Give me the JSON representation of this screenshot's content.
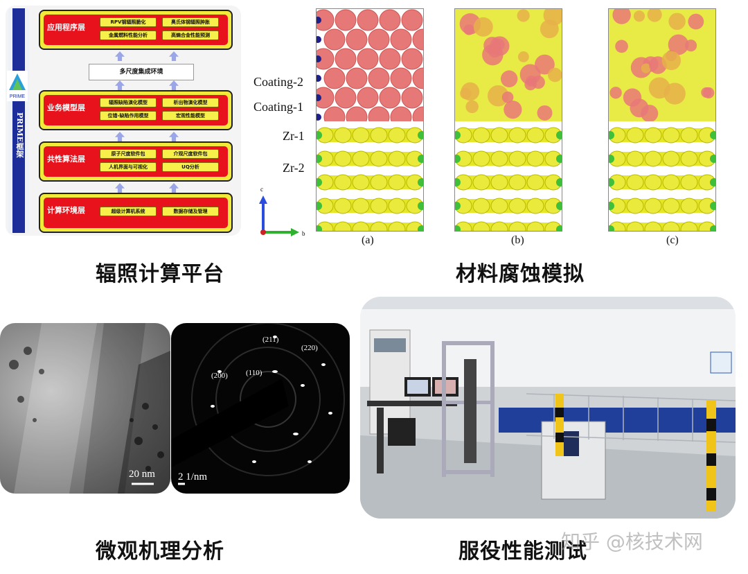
{
  "prime": {
    "sidebar_text": "PRIME框架",
    "logo_text": "PRIME",
    "integration_box": "多尺度集成环境",
    "layers": [
      {
        "name": "应用程序层",
        "items": [
          "RPV钢辐照脆化",
          "奥氏体钢辐照肿胀",
          "金属燃料性能分析",
          "高熵合金性能预测"
        ]
      },
      {
        "name": "业务模型层",
        "items": [
          "辐照缺陷演化模型",
          "析出物演化模型",
          "位错-缺陷作用模型",
          "宏观性能模型"
        ]
      },
      {
        "name": "共性算法层",
        "items": [
          "原子尺度软件包",
          "介观尺度软件包",
          "人机界面与可视化",
          "UQ分析"
        ]
      },
      {
        "name": "计算环境层",
        "items": [
          "超级计算机系统",
          "数据存储及管理"
        ]
      }
    ]
  },
  "corrosion": {
    "layer_labels": [
      "Coating-2",
      "Coating-1",
      "Zr-1",
      "Zr-2"
    ],
    "panel_labels": [
      "(a)",
      "(b)",
      "(c)"
    ],
    "axis_c": "c",
    "axis_b": "b"
  },
  "micro": {
    "tem_scale": "20 nm",
    "saed_scale": "2 1/nm",
    "spots": [
      "(211)",
      "(220)",
      "(200)",
      "(110)"
    ]
  },
  "captions": {
    "top_left": "辐照计算平台",
    "top_right": "材料腐蚀模拟",
    "bottom_left": "微观机理分析",
    "bottom_right": "服役性能测试"
  },
  "watermark": "知乎 @核技术网",
  "colors": {
    "layer_outer": "#f2ea3a",
    "layer_inner": "#e8121d",
    "sidebar": "#1d2d9a",
    "atom_red": "#e77878",
    "atom_yellow": "#e4e626",
    "atom_green": "#3fbf3a",
    "atom_blue": "#1f1f8a"
  }
}
